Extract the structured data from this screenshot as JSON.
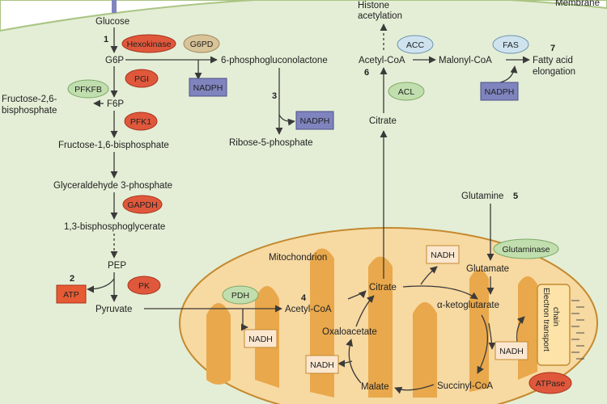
{
  "top": {
    "histone_acetylation": [
      "Histone",
      "acetylation"
    ],
    "membrane": "Membrane"
  },
  "glycolysis": {
    "glucose": "Glucose",
    "g6p": "G6P",
    "f6p": "F6P",
    "f16bp": "Fructose-1,6-bisphosphate",
    "g3p": "Glyceraldehyde 3-phosphate",
    "bpg": "1,3-bisphosphoglycerate",
    "pep": "PEP",
    "pyruvate": "Pyruvate",
    "f26bp": [
      "Fructose-2,6-",
      "bisphosphate"
    ]
  },
  "ppp": {
    "pgl": "6-phosphogluconolactone",
    "r5p": "Ribose-5-phosphate"
  },
  "lipid": {
    "acetyl_coa": "Acetyl-CoA",
    "malonyl_coa": "Malonyl-CoA",
    "fatty_acid": [
      "Fatty acid",
      "elongation"
    ],
    "citrate": "Citrate"
  },
  "glutamine": {
    "glutamine": "Glutamine",
    "glutamate": "Glutamate"
  },
  "mito": {
    "title": "Mitochondrion",
    "acetyl_coa": "Acetyl-CoA",
    "citrate": "Citrate",
    "akg": "α-ketoglutarate",
    "oxaloacetate": "Oxaloacetate",
    "succinyl_coa": "Succinyl-CoA",
    "malate": "Malate",
    "etc": [
      "Electron transport",
      "chain"
    ]
  },
  "enzymes": {
    "hexokinase": "Hexokinase",
    "g6pd": "G6PD",
    "pgi": "PGI",
    "pfkfb": "PFKFB",
    "pfk1": "PFK1",
    "gapdh": "GAPDH",
    "pk": "PK",
    "acc": "ACC",
    "fas": "FAS",
    "acl": "ACL",
    "glutaminase": "Glutaminase",
    "pdh": "PDH"
  },
  "cofactors": {
    "nadph": "NADPH",
    "atp": "ATP",
    "nadh": "NADH",
    "atpase": "ATPase"
  },
  "steps": [
    "1",
    "2",
    "3",
    "4",
    "5",
    "6",
    "7"
  ],
  "colors": {
    "cytoplasm": "#e4eed6",
    "cell_edge": "#a9c583",
    "mito_fill": "#f7d9a2",
    "mito_stroke": "#c48a2f",
    "cristae": "#e9a84b",
    "red_enzyme": "#e0583c",
    "tan_enzyme": "#d9c398",
    "green_enzyme": "#c1dfae",
    "blue_enzyme": "#cfe3ef",
    "nadph": "#7f84be",
    "nadh": "#fbe7d0",
    "atp": "#e65b34"
  }
}
